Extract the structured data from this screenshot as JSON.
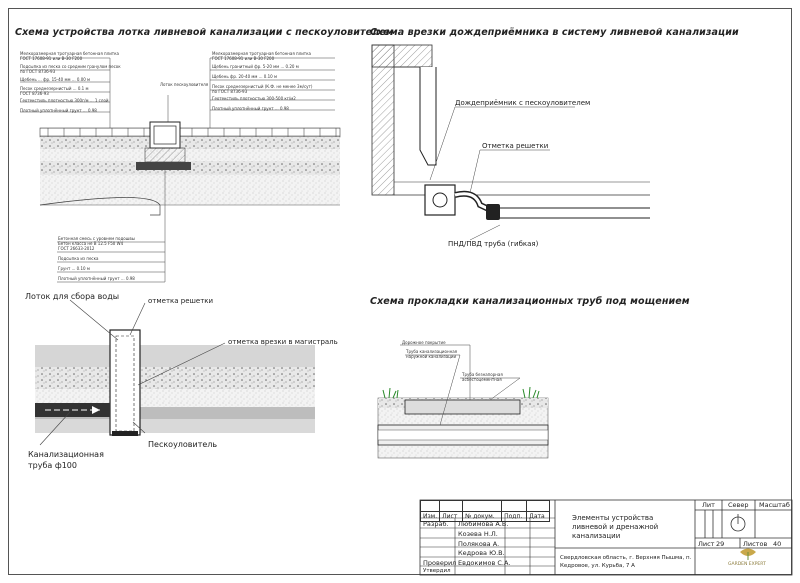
{
  "sections": {
    "tray_title": "Схема устройства лотка ливневой канализации с пескоуловителем",
    "rain_title": "Схема врезки дождеприёмника в систему ливневой канализации",
    "pipe_title": "Схема прокладки канализационных труб под мощением"
  },
  "tray_diagram": {
    "layers_left": [
      "Мелкоразмерная тротуарная бетонная плитка",
      "ГОСТ 17608-91 или В-30 F200",
      "Подсыпка из песка со средним гранулом песок",
      "по ГОСТ 8736-93",
      "Щебень ... фр. 15-40 мм ... 0.00 м",
      "Песок среднезернистый ... 0.1 м",
      "ГОСТ 8736-93",
      "Геотекстиль плотностью 300г/м ... 1 слой",
      "Плотный уплотнённый грунт ... 0.98"
    ],
    "layers_right": [
      "Мелкоразмерная тротуарная бетонная плитка",
      "ГОСТ 17608-91 или В-30 F200",
      "Щебень гранитный фр. 5-20 мм ... 0.20 м",
      "Щебень фр. 20-40 мм ... 0.10 м",
      "Песок среднезернистый (К.Ф. не менее 3м/сут)",
      "по ГОСТ 8736-93",
      "Геотекстиль плотностью 300-500 кг/м2",
      "Плотный уплотнённый грунт ... 0.98"
    ],
    "tray_note": "Лоток пескоуловителя",
    "bottom_layers": [
      "Бетонная смесь с уровнем подошвы",
      "Бетон класса не В 12.5 F50 W4",
      "ГОСТ 26633-2012",
      "Подсыпка из песка",
      "Грунт ... 0.10 м",
      "Плотный уплотнённый грунт ... 0.98"
    ]
  },
  "rain_diagram": {
    "label_receiver": "Дождеприёмник с пескоуловителем",
    "label_grate": "Отметка решетки",
    "label_pipe": "ПНД/ПВД труба (гибкая)"
  },
  "sand_diagram": {
    "label_tray": "Лоток для сбора воды",
    "label_grate": "отметка решетки",
    "label_insert": "отметка врезки в магистраль",
    "label_sand": "Пескоуловитель",
    "label_pipe_line1": "Канализационная",
    "label_pipe_line2": "труба ф100"
  },
  "pipe_diagram": {
    "label_road": "Дорожное покрытие",
    "label_pipe": "Труба канализационная",
    "label_pipe2": "наружной канализации",
    "label_sleeve": "Труба безнапорная",
    "label_sleeve2": "асбестоцементная"
  },
  "stamp": {
    "headers": [
      "Изм.",
      "Лист",
      "№ докум.",
      "Подп.",
      "Дата"
    ],
    "rows": [
      {
        "role": "Разраб.",
        "name": "Любимова А.В."
      },
      {
        "role": "",
        "name": "Козева Н.Л."
      },
      {
        "role": "",
        "name": "Полякова А."
      },
      {
        "role": "",
        "name": "Кедрова Ю.В."
      },
      {
        "role": "Проверил",
        "name": "Евдокимов С.А."
      },
      {
        "role": "Утвердил",
        "name": ""
      }
    ],
    "doc_title": "Элементы устройства ливневой и дренажной канализации",
    "address": "Свердловская область, г. Верхняя Пышма, п. Кедровое, ул. Курьба, 7 А",
    "lit_label": "Лит",
    "north_label": "Север",
    "scale_label": "Масштаб",
    "sheet_label": "Лист",
    "sheet_value": "29",
    "sheets_label": "Листов",
    "sheets_value": "40",
    "logo_text": "GARDEN EXPERT"
  }
}
